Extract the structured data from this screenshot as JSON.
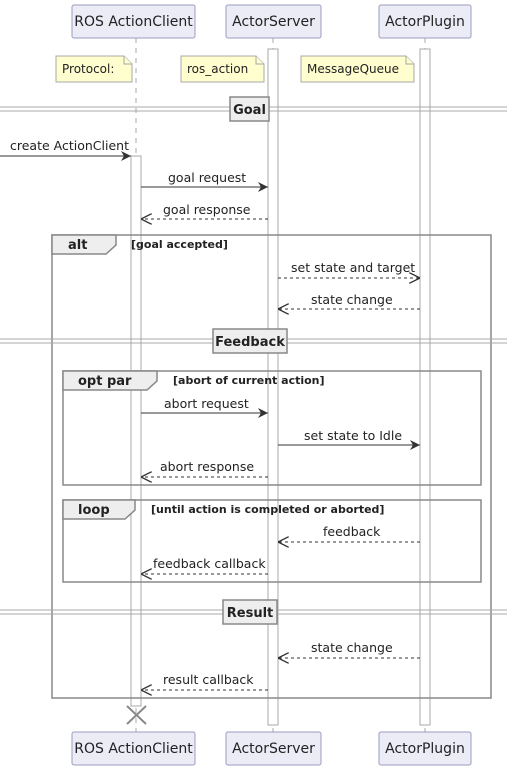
{
  "participants": [
    {
      "id": "client",
      "label": "ROS ActionClient"
    },
    {
      "id": "server",
      "label": "ActorServer"
    },
    {
      "id": "plugin",
      "label": "ActorPlugin"
    }
  ],
  "notes": [
    {
      "text": "Protocol:"
    },
    {
      "text": "ros_action"
    },
    {
      "text": "MessageQueue"
    }
  ],
  "dividers": [
    {
      "label": "Goal"
    },
    {
      "label": "Feedback"
    },
    {
      "label": "Result"
    }
  ],
  "frames": [
    {
      "label": "alt",
      "guard": "[goal accepted]"
    },
    {
      "label": "opt par",
      "guard": "[abort of current action]"
    },
    {
      "label": "loop",
      "guard": "[until action is completed or aborted]"
    }
  ],
  "messages": [
    {
      "from": "start",
      "to": "client",
      "text": "create ActionClient",
      "style": "solid"
    },
    {
      "from": "client",
      "to": "server",
      "text": "goal request",
      "style": "solid"
    },
    {
      "from": "server",
      "to": "client",
      "text": "goal response",
      "style": "dashed"
    },
    {
      "from": "server",
      "to": "plugin",
      "text": "set state and target",
      "style": "dashed"
    },
    {
      "from": "plugin",
      "to": "server",
      "text": "state change",
      "style": "dashed"
    },
    {
      "from": "client",
      "to": "server",
      "text": "abort request",
      "style": "solid"
    },
    {
      "from": "server",
      "to": "plugin",
      "text": "set state to Idle",
      "style": "solid"
    },
    {
      "from": "server",
      "to": "client",
      "text": "abort response",
      "style": "dashed"
    },
    {
      "from": "plugin",
      "to": "server",
      "text": "feedback",
      "style": "dashed"
    },
    {
      "from": "server",
      "to": "client",
      "text": "feedback callback",
      "style": "dashed"
    },
    {
      "from": "plugin",
      "to": "server",
      "text": "state change",
      "style": "dashed"
    },
    {
      "from": "server",
      "to": "client",
      "text": "result callback",
      "style": "dashed"
    }
  ]
}
